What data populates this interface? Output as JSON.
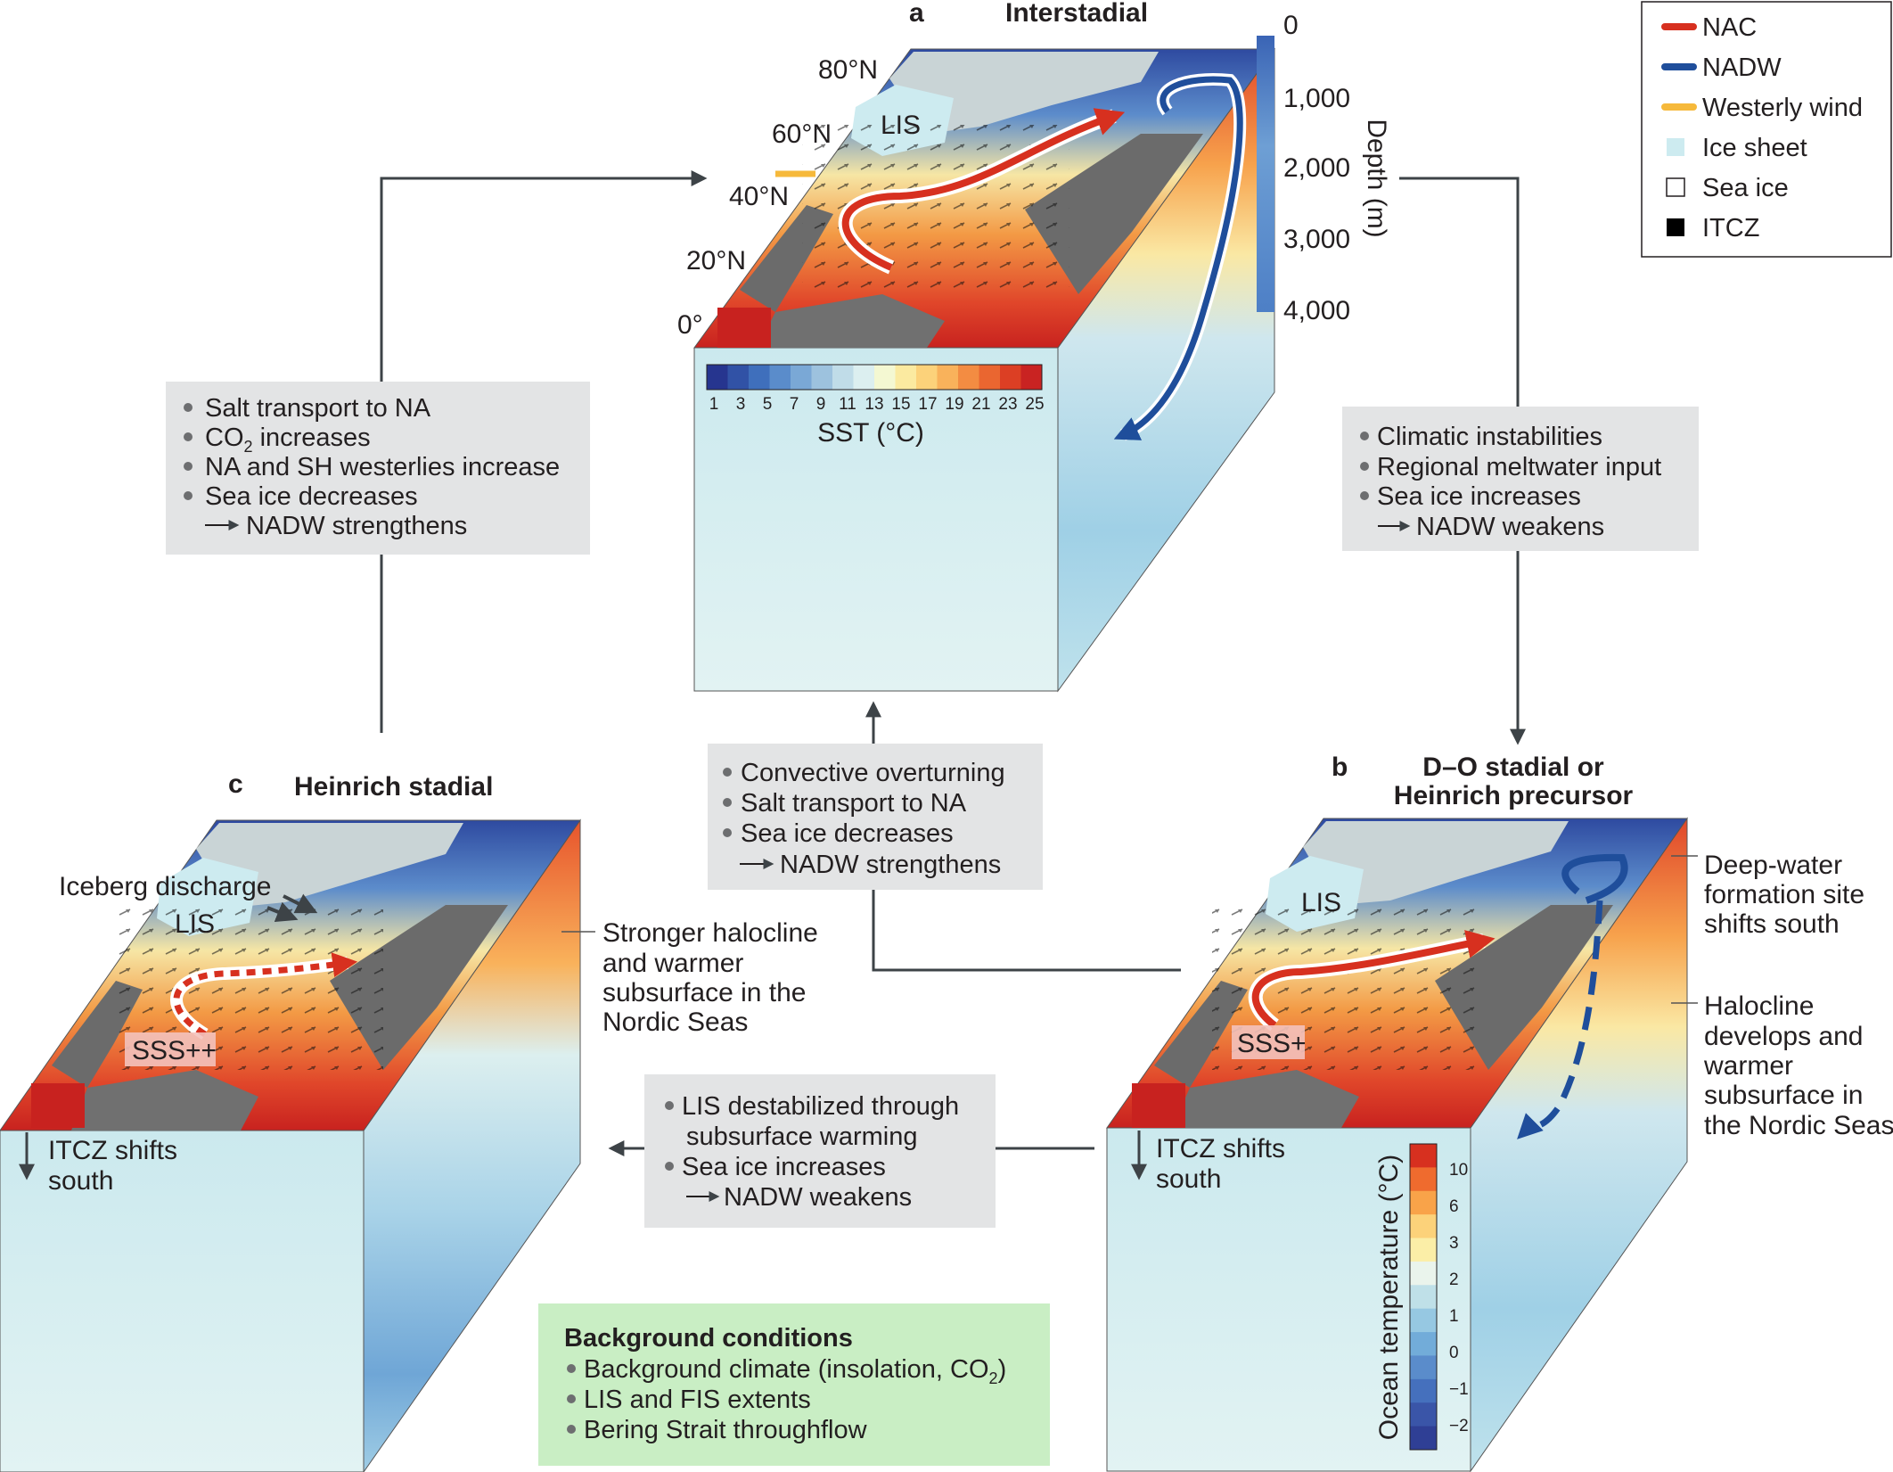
{
  "panels": {
    "a": {
      "letter": "a",
      "title": "Interstadial",
      "lis": "LIS",
      "lat_labels": [
        "80°N",
        "60°N",
        "40°N",
        "20°N",
        "0°"
      ],
      "depth_label": "Depth (m)",
      "depth_ticks": [
        "0",
        "1,000",
        "2,000",
        "3,000",
        "4,000"
      ]
    },
    "b": {
      "letter": "b",
      "title_line1": "D–O stadial or",
      "title_line2": "Heinrich precursor",
      "lis": "LIS",
      "sss": "SSS+",
      "itcz_line1": "ITCZ shifts",
      "itcz_line2": "south",
      "note1": [
        "Deep-water",
        "formation site",
        "shifts south"
      ],
      "note2": [
        "Halocline",
        "develops and",
        "warmer",
        "subsurface in",
        "the Nordic Seas"
      ]
    },
    "c": {
      "letter": "c",
      "title": "Heinrich stadial",
      "lis": "LIS",
      "sss": "SSS++",
      "iceberg": "Iceberg discharge",
      "itcz_line1": "ITCZ shifts",
      "itcz_line2": "south",
      "note": [
        "Stronger halocline",
        "and warmer",
        "subsurface in the",
        "Nordic Seas"
      ]
    }
  },
  "sst_scale": {
    "label": "SST (°C)",
    "ticks": [
      "1",
      "3",
      "5",
      "7",
      "9",
      "11",
      "13",
      "15",
      "17",
      "19",
      "21",
      "23",
      "25"
    ],
    "colors": [
      "#26358f",
      "#3152a6",
      "#3f6fbc",
      "#5a8ccb",
      "#7aa8d6",
      "#9dc2de",
      "#c0dce8",
      "#dceff0",
      "#f4f8d2",
      "#fbeaa0",
      "#fcd27a",
      "#f9b25b",
      "#f38c42",
      "#ea6630",
      "#dc3f24",
      "#c92322"
    ]
  },
  "ocean_scale": {
    "label": "Ocean temperature (°C)",
    "ticks": [
      "10",
      "6",
      "3",
      "2",
      "1",
      "0",
      "−1",
      "−2"
    ],
    "colors": [
      "#d7301f",
      "#ef6b2e",
      "#f9a349",
      "#fcd27a",
      "#fbeea7",
      "#eaf4ec",
      "#bfe0e8",
      "#96c8e2",
      "#72acd9",
      "#5a8ccb",
      "#4570bd",
      "#3a55a8",
      "#2f3f95"
    ]
  },
  "legend": [
    {
      "label": "NAC",
      "color": "#d7301f",
      "kind": "line"
    },
    {
      "label": "NADW",
      "color": "#1f4e9b",
      "kind": "line"
    },
    {
      "label": "Westerly wind",
      "color": "#f6b93b",
      "kind": "line"
    },
    {
      "label": "Ice sheet",
      "color": "#cdebf0",
      "kind": "fill"
    },
    {
      "label": "Sea ice",
      "color": "#ffffff",
      "kind": "outline"
    },
    {
      "label": "ITCZ",
      "color": "#000000",
      "kind": "fill"
    }
  ],
  "boxes": {
    "a_to_b": {
      "items": [
        "Climatic instabilities",
        "Regional meltwater input",
        "Sea ice increases"
      ],
      "result": "NADW weakens"
    },
    "b_to_c": {
      "items": [
        "LIS destabilized through",
        "subsurface warming",
        "Sea ice increases"
      ],
      "result": "NADW weakens"
    },
    "b_to_a": {
      "items": [
        "Convective overturning",
        "Salt transport to NA",
        "Sea ice decreases"
      ],
      "result": "NADW strengthens"
    },
    "c_to_a": {
      "items": [
        "Salt transport to NA",
        "CO",
        "2",
        " increases",
        "NA and SH westerlies increase",
        "Sea ice decreases"
      ],
      "result": "NADW strengthens"
    },
    "background": {
      "title": "Background conditions",
      "items": [
        "Background climate (insolation, CO",
        "2",
        ")",
        "LIS and FIS extents",
        "Bering Strait throughflow"
      ]
    }
  }
}
